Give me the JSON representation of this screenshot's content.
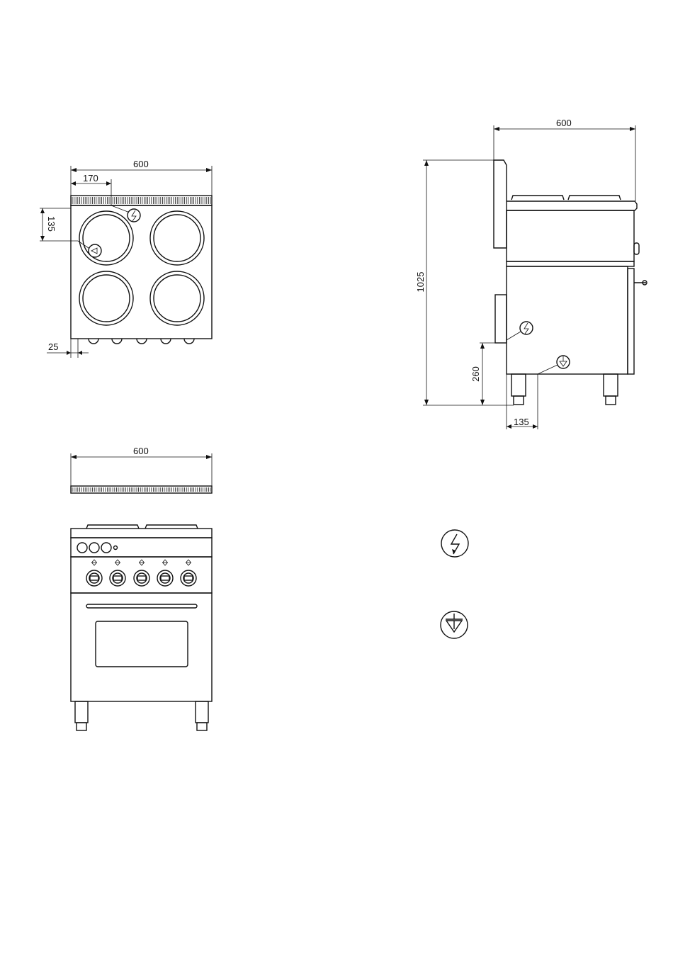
{
  "dimensions": {
    "top_width": "600",
    "top_offset_x": "170",
    "top_offset_y": "135",
    "top_edge": "25",
    "front_width": "600",
    "side_width": "600",
    "side_height": "1025",
    "side_conn_height": "260",
    "side_conn_depth": "135"
  },
  "symbols": {
    "electric": "electric-connection-symbol",
    "equipotential": "equipotential-connection-symbol"
  },
  "colors": {
    "line": "#111111",
    "background": "#ffffff"
  }
}
